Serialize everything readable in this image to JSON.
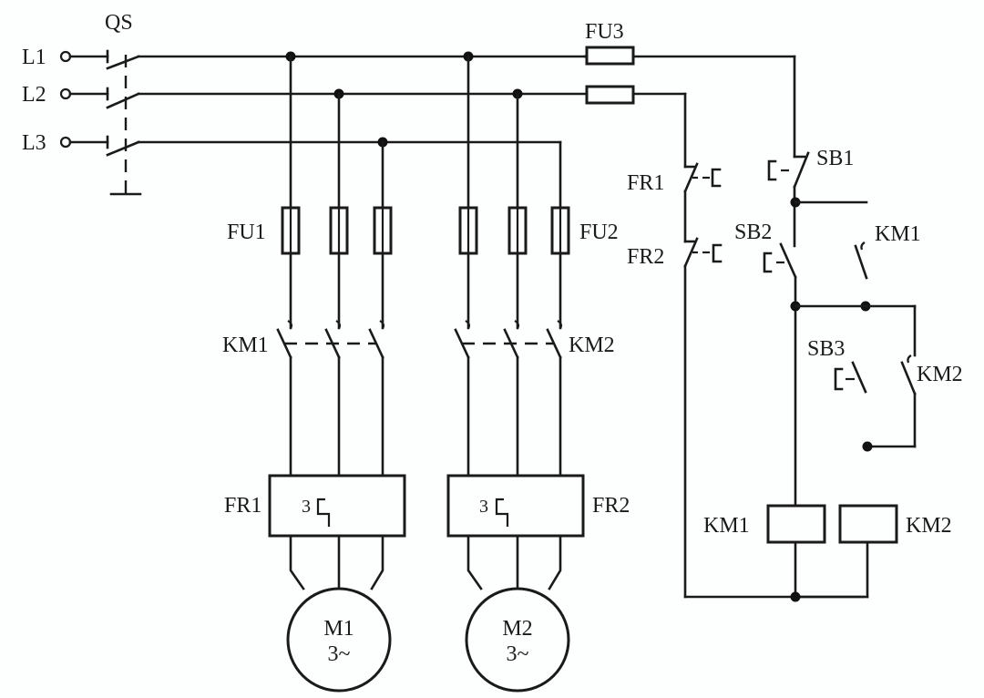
{
  "diagram": {
    "type": "electrical-schematic",
    "title": "Two-motor sequential start control circuit",
    "supply": {
      "phases": [
        "L1",
        "L2",
        "L3"
      ],
      "main_switch": "QS"
    },
    "fuses": {
      "motor1": "FU1",
      "motor2": "FU2",
      "control": "FU3"
    },
    "main_contacts": {
      "motor1": "KM1",
      "motor2": "KM2"
    },
    "thermal_relays": {
      "motor1": {
        "label": "FR1",
        "poles": "3"
      },
      "motor2": {
        "label": "FR2",
        "poles": "3"
      }
    },
    "motors": [
      {
        "label": "M1",
        "spec": "3~"
      },
      {
        "label": "M2",
        "spec": "3~"
      }
    ],
    "control_circuit": {
      "overload_contacts": [
        "FR1",
        "FR2"
      ],
      "stop_button": "SB1",
      "start_m1_button": "SB2",
      "start_m2_button": "SB3",
      "aux_contact_km1": "KM1",
      "aux_contact_km2": "KM2",
      "coils": [
        "KM1",
        "KM2"
      ]
    }
  }
}
